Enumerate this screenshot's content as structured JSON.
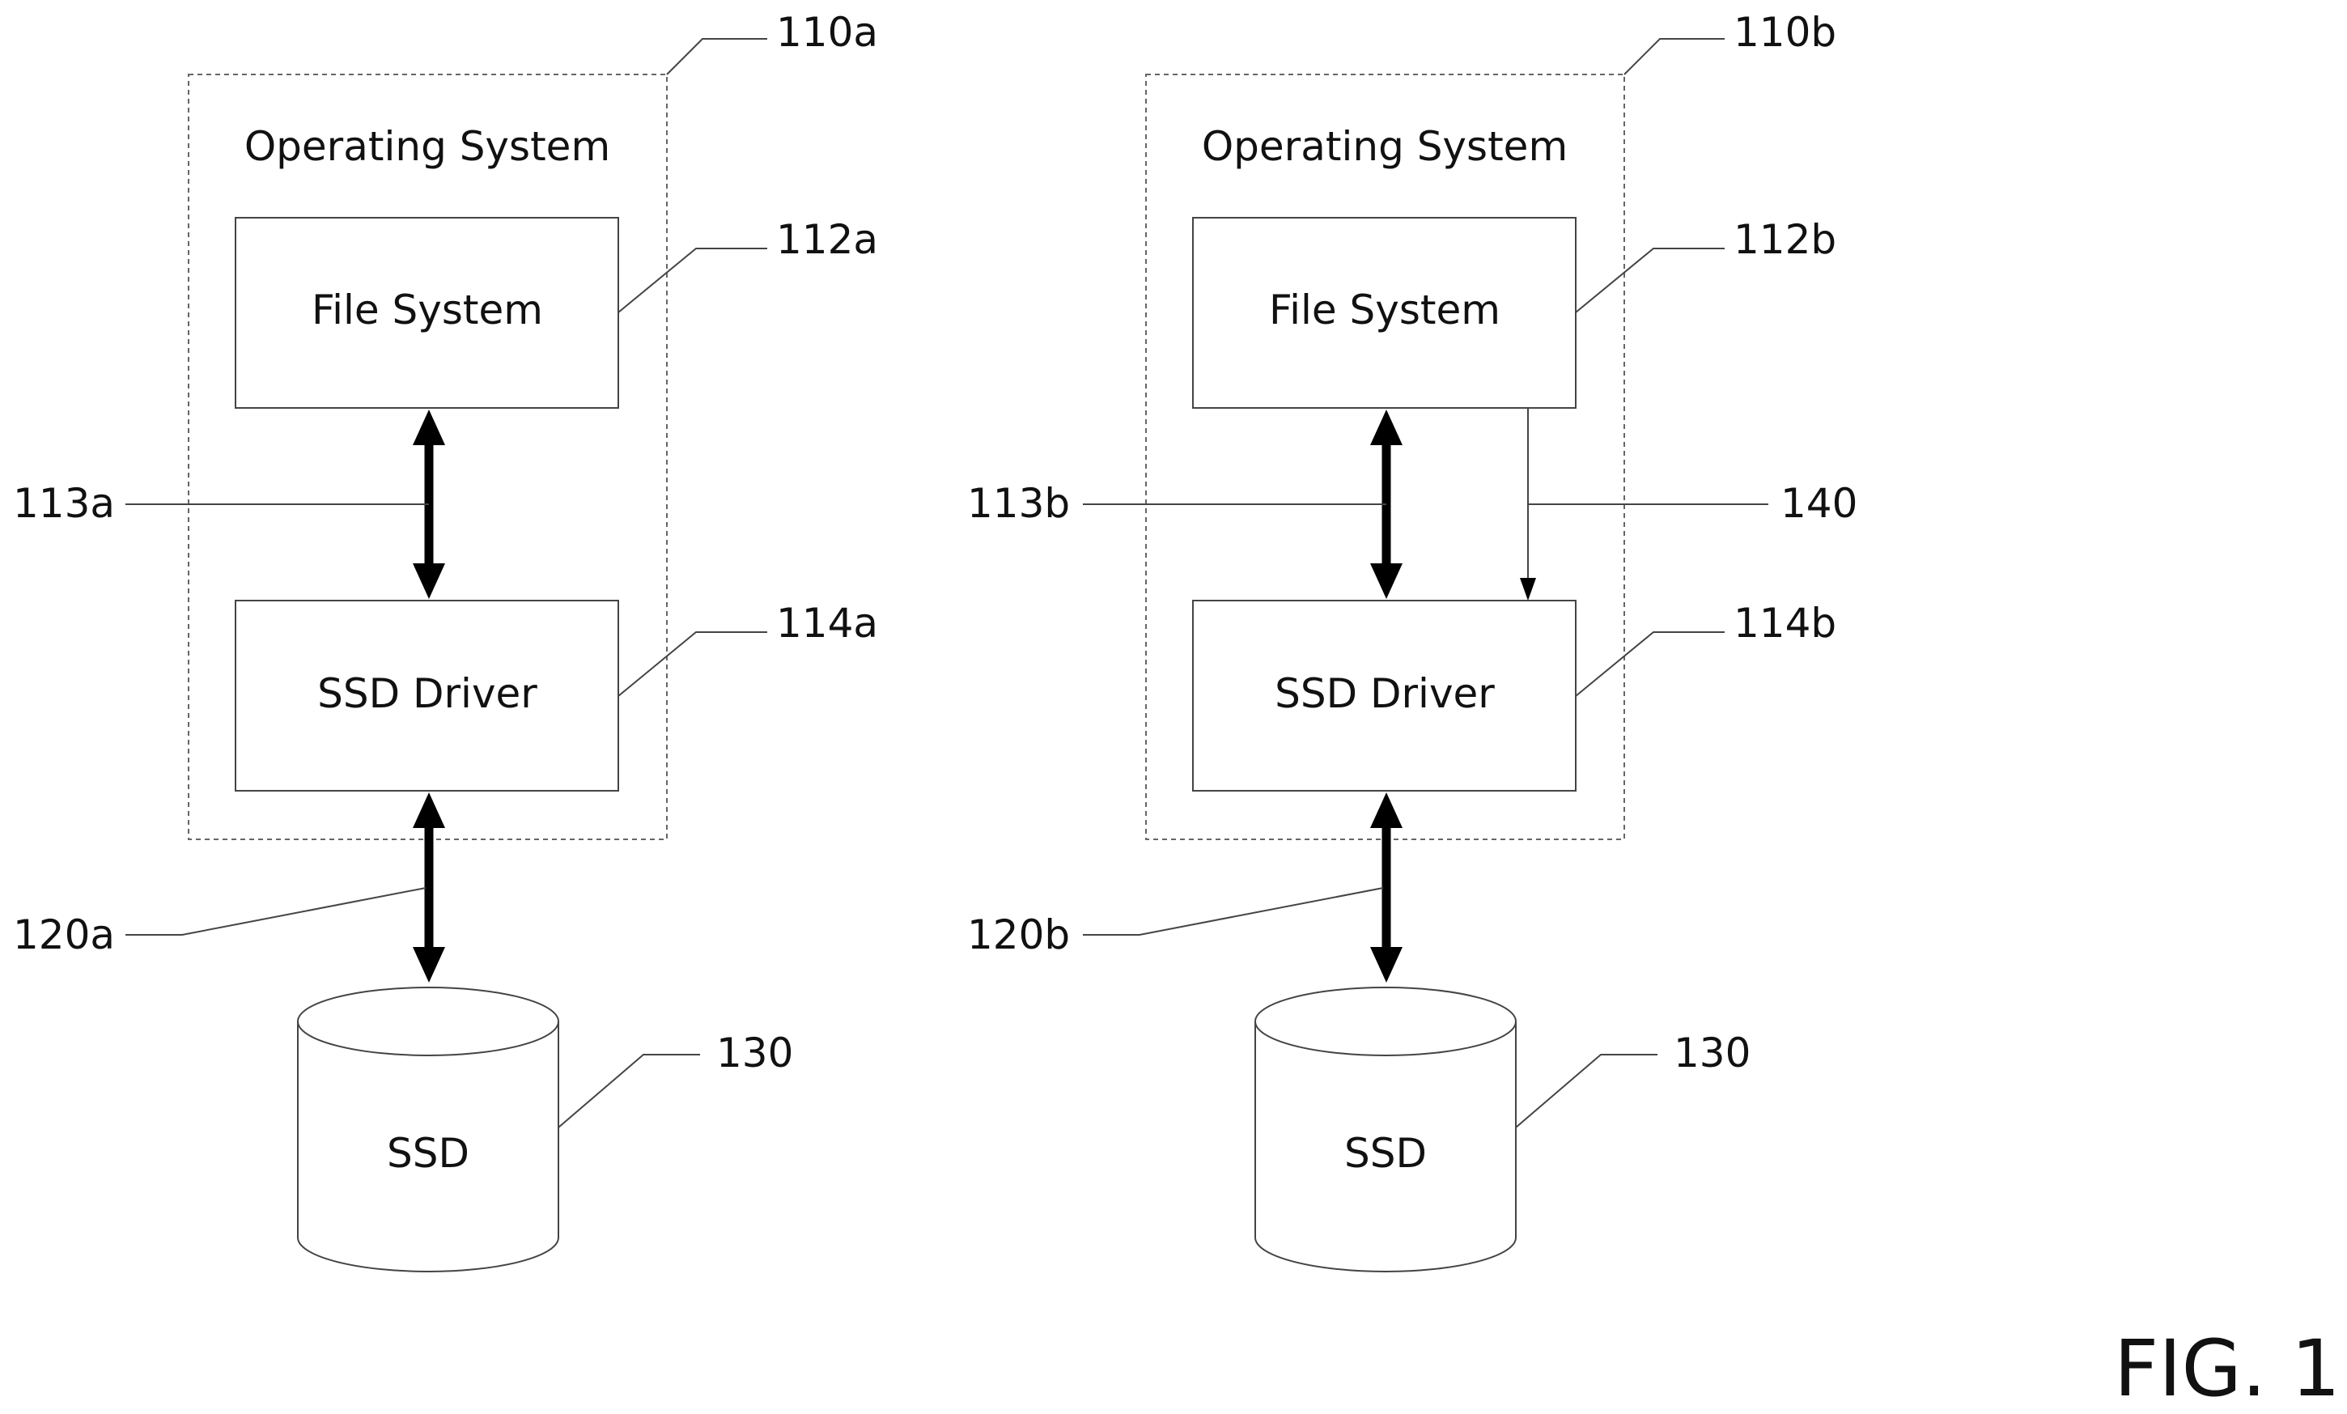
{
  "left": {
    "os_label": "Operating System",
    "fs_label": "File System",
    "driver_label": "SSD Driver",
    "ssd_label": "SSD",
    "ref_os": "110a",
    "ref_fs": "112a",
    "ref_path": "113a",
    "ref_driver": "114a",
    "ref_link": "120a",
    "ref_ssd": "130"
  },
  "right": {
    "os_label": "Operating System",
    "fs_label": "File System",
    "driver_label": "SSD Driver",
    "ssd_label": "SSD",
    "ref_os": "110b",
    "ref_fs": "112b",
    "ref_path": "113b",
    "ref_driver": "114b",
    "ref_link": "120b",
    "ref_ssd": "130",
    "ref_extra": "140"
  },
  "figure_label": "FIG. 1"
}
